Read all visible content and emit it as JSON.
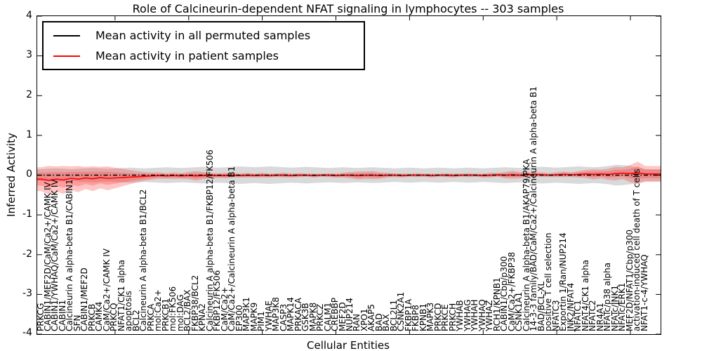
{
  "title": "Role of Calcineurin-dependent NFAT signaling in lymphocytes -- 303 samples",
  "axes": {
    "ylabel": "Inferred Activity",
    "xlabel": "Cellular Entities",
    "yticks": [
      "4",
      "3",
      "2",
      "1",
      "0",
      "-1",
      "-2",
      "-3",
      "-4"
    ],
    "ylim": [
      -4,
      4
    ]
  },
  "legend": {
    "items": [
      {
        "label": "Mean activity in all permuted samples",
        "color": "#000000"
      },
      {
        "label": "Mean activity in patient samples",
        "color": "#ff0000"
      }
    ]
  },
  "chart_data": {
    "type": "line",
    "title": "Role of Calcineurin-dependent NFAT signaling in lymphocytes -- 303 samples",
    "xlabel": "Cellular Entities",
    "ylabel": "Inferred Activity",
    "ylim": [
      -4,
      4
    ],
    "legend_position": "upper left",
    "grid": false,
    "categories": [
      "PRKCG",
      "CABIN1/MEF2D/CaM/Ca2+/CAMK IV",
      "CABIN1/YWHAQ/CaM/Ca2+/CAMK IV",
      "CABIN1",
      "Calcineurin A alpha-beta B1/CABIN1",
      "SFN",
      "CABIN1/MEF2D",
      "PRKCB",
      "CAMK4",
      "CaM/Ca2+/CAMK IV",
      "PRKCQ",
      "NFAT1/CK1 alpha",
      "apoptosis",
      "BCL2",
      "Calcineurin A alpha-beta B1/BCL2",
      "PRKCA",
      "mol:Ca2+",
      "PRKCB1",
      "mol:FK506",
      "mol:DAG",
      "BCL2/BAX",
      "FKBP38/BCL2",
      "KPNA2",
      "Calcineurin A alpha-beta B1/FKBP12/FK506",
      "FKBP12/FK506",
      "CaM/Ca2+",
      "CaM/Ca2+/Calcineurin A alpha-beta B1",
      "EP300",
      "MAP3K1",
      "MAPK9",
      "PIM1",
      "YWHAE",
      "MAP3K8",
      "CASP3",
      "MAPK14",
      "PRKACA",
      "GSK3B",
      "MAPK8",
      "PRKCZ",
      "CALM1",
      "CREBBP",
      "MEF2D",
      "NUP214",
      "RAN",
      "XPO1",
      "AKAP5",
      "BAD",
      "BAX",
      "BCL2L1",
      "CSNK2A1",
      "FKBP1A",
      "FKBP8",
      "KPNB1",
      "MAPK3",
      "PRKCD",
      "PRKCE",
      "PRKCH",
      "YWHAB",
      "YWHAG",
      "YWHAH",
      "YWHAQ",
      "YWHAZ",
      "RCH1/KPNB1",
      "CABIN1/Cbp/p300",
      "CaM/Ca2+/FKBP38",
      "CSNK1A1",
      "Calcineurin A alpha-beta B1/AKAP79/PKA",
      "14-3-3 family/BAD/CaM/Ca2+/Calcineurin A alpha-beta B1",
      "BAD/BCL-XL",
      "positive T cell selection",
      "NFATC3",
      "Exportin 1/Ran/NUP214",
      "JNK2/NFAT4",
      "NFATC1",
      "NFAT4/CK1 alpha",
      "NFATC2",
      "NR4A1",
      "NFATc/p38 alpha",
      "NFATc/JNK1",
      "NFATc/ERK1",
      "MEF2D/NFAT1/Cbp/p300",
      "activation-induced cell death of T cells",
      "NFAT1-c-4/YWHAQ"
    ],
    "series": [
      {
        "name": "Mean activity in all permuted samples",
        "color": "#000000",
        "style": "dashdot",
        "values": [
          0,
          0,
          0,
          0,
          0,
          0,
          0,
          0,
          0,
          0,
          0,
          0,
          0,
          0,
          0,
          0,
          0,
          0,
          0,
          0,
          0,
          0,
          0,
          0,
          0,
          0,
          0,
          0,
          0,
          0,
          0,
          0,
          0,
          0,
          0,
          0,
          0,
          0,
          0,
          0,
          0,
          0,
          0,
          0,
          0,
          0,
          0,
          0,
          0,
          0,
          0,
          0,
          0,
          0,
          0,
          0,
          0,
          0,
          0,
          0,
          0,
          0,
          0,
          0,
          0,
          0,
          0,
          0,
          0,
          0,
          0,
          0,
          0,
          0,
          0,
          0,
          0,
          0,
          0,
          0,
          0,
          0,
          0
        ]
      },
      {
        "name": "Mean activity in patient samples",
        "color": "#ff0000",
        "style": "solid",
        "values": [
          -0.1,
          -0.13,
          -0.1,
          -0.12,
          -0.08,
          -0.1,
          -0.07,
          -0.09,
          -0.06,
          -0.08,
          -0.07,
          -0.06,
          -0.05,
          -0.04,
          -0.03,
          -0.02,
          -0.01,
          -0.02,
          -0.01,
          -0.02,
          -0.01,
          -0.02,
          -0.01,
          -0.01,
          -0.01,
          -0.01,
          0.0,
          -0.01,
          0.0,
          -0.01,
          0.0,
          -0.01,
          0.0,
          0.0,
          -0.01,
          0.0,
          0.0,
          -0.01,
          0.0,
          0.0,
          -0.01,
          0.0,
          0.0,
          -0.01,
          0.0,
          0.0,
          -0.01,
          0.0,
          0.0,
          -0.01,
          0.0,
          0.0,
          0.0,
          -0.01,
          0.0,
          0.0,
          -0.01,
          0.0,
          0.0,
          0.0,
          -0.01,
          0.0,
          0.01,
          0.0,
          0.01,
          0.0,
          0.01,
          0.02,
          0.01,
          0.0,
          0.01,
          0.02,
          0.01,
          0.02,
          0.03,
          0.02,
          0.03,
          0.02,
          0.04,
          0.05,
          0.04,
          0.06,
          0.03
        ]
      }
    ],
    "bands": [
      {
        "name": "permuted samples spread",
        "color": "#aaaaaa",
        "opacity": 0.45,
        "center_series": 0,
        "half_widths": [
          0.15,
          0.16,
          0.17,
          0.16,
          0.15,
          0.16,
          0.17,
          0.18,
          0.17,
          0.16,
          0.17,
          0.18,
          0.19,
          0.18,
          0.17,
          0.18,
          0.19,
          0.2,
          0.19,
          0.18,
          0.19,
          0.2,
          0.21,
          0.2,
          0.19,
          0.2,
          0.21,
          0.22,
          0.21,
          0.2,
          0.21,
          0.22,
          0.21,
          0.2,
          0.19,
          0.2,
          0.21,
          0.2,
          0.19,
          0.18,
          0.19,
          0.2,
          0.19,
          0.18,
          0.19,
          0.2,
          0.19,
          0.18,
          0.17,
          0.18,
          0.19,
          0.18,
          0.17,
          0.18,
          0.19,
          0.18,
          0.17,
          0.18,
          0.19,
          0.18,
          0.17,
          0.18,
          0.19,
          0.2,
          0.19,
          0.18,
          0.19,
          0.2,
          0.21,
          0.2,
          0.19,
          0.2,
          0.21,
          0.22,
          0.21,
          0.2,
          0.21,
          0.23,
          0.26,
          0.25,
          0.23,
          0.2,
          0.15
        ]
      },
      {
        "name": "patient samples spread",
        "color": "#ff3333",
        "opacity": 0.28,
        "center_series": 1,
        "half_widths": [
          0.3,
          0.36,
          0.32,
          0.35,
          0.3,
          0.33,
          0.28,
          0.31,
          0.27,
          0.3,
          0.26,
          0.22,
          0.18,
          0.14,
          0.11,
          0.09,
          0.08,
          0.07,
          0.08,
          0.07,
          0.09,
          0.12,
          0.09,
          0.07,
          0.06,
          0.07,
          0.06,
          0.05,
          0.06,
          0.05,
          0.06,
          0.05,
          0.05,
          0.06,
          0.05,
          0.05,
          0.04,
          0.05,
          0.04,
          0.05,
          0.05,
          0.06,
          0.08,
          0.1,
          0.09,
          0.1,
          0.08,
          0.06,
          0.05,
          0.05,
          0.04,
          0.05,
          0.04,
          0.05,
          0.04,
          0.05,
          0.05,
          0.04,
          0.05,
          0.04,
          0.05,
          0.06,
          0.05,
          0.08,
          0.1,
          0.08,
          0.06,
          0.05,
          0.06,
          0.05,
          0.06,
          0.07,
          0.06,
          0.08,
          0.1,
          0.13,
          0.11,
          0.14,
          0.17,
          0.15,
          0.22,
          0.28,
          0.2
        ]
      }
    ]
  }
}
